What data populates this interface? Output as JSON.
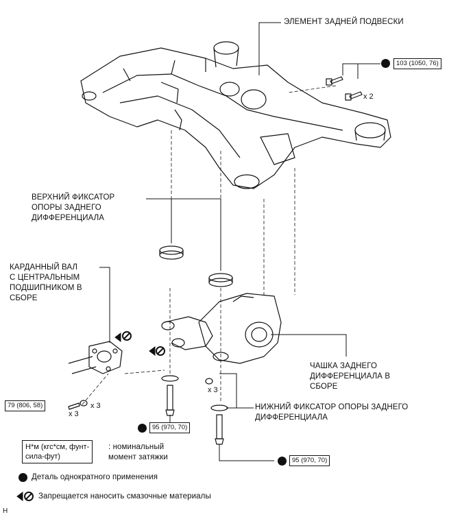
{
  "labels": {
    "subframe": "ЭЛЕМЕНТ ЗАДНЕЙ ПОДВЕСКИ",
    "upper_stopper": "ВЕРХНИЙ ФИКСАТОР\nОПОРЫ ЗАДНЕГО\nДИФФЕРЕНЦИАЛА",
    "propeller_shaft": "КАРДАННЫЙ ВАЛ\nС ЦЕНТРАЛЬНЫМ\nПОДШИПНИКОМ В\nСБОРЕ",
    "carrier": "ЧАШКА ЗАДНЕГО\nДИФФЕРЕНЦИАЛА В\nСБОРЕ",
    "lower_stopper": "НИЖНИЙ ФИКСАТОР ОПОРЫ ЗАДНЕГО\nДИФФЕРЕНЦИАЛА"
  },
  "torques": {
    "top_bolts": "103 (1050, 76)",
    "flange_bolts": "79 (806, 58)",
    "left_stud": "95 (970, 70)",
    "right_stud": "95 (970, 70)"
  },
  "quantities": {
    "top": "x 2",
    "flange_a": "x 3",
    "flange_b": "x 3",
    "carrier": "x 3"
  },
  "legend": {
    "unit": "Н*м (кгс*см, фунт-\nсила-фут)",
    "unit_desc": ": номинальный\nмомент затяжки",
    "non_reusable": "Деталь однократного применения",
    "no_lubricant": "Запрещается наносить смазочные материалы"
  },
  "footer_mark": "H",
  "colors": {
    "ink": "#111111",
    "background": "#ffffff"
  },
  "icons": [
    "non-reusable-dot-icon",
    "no-lubricant-icon"
  ]
}
